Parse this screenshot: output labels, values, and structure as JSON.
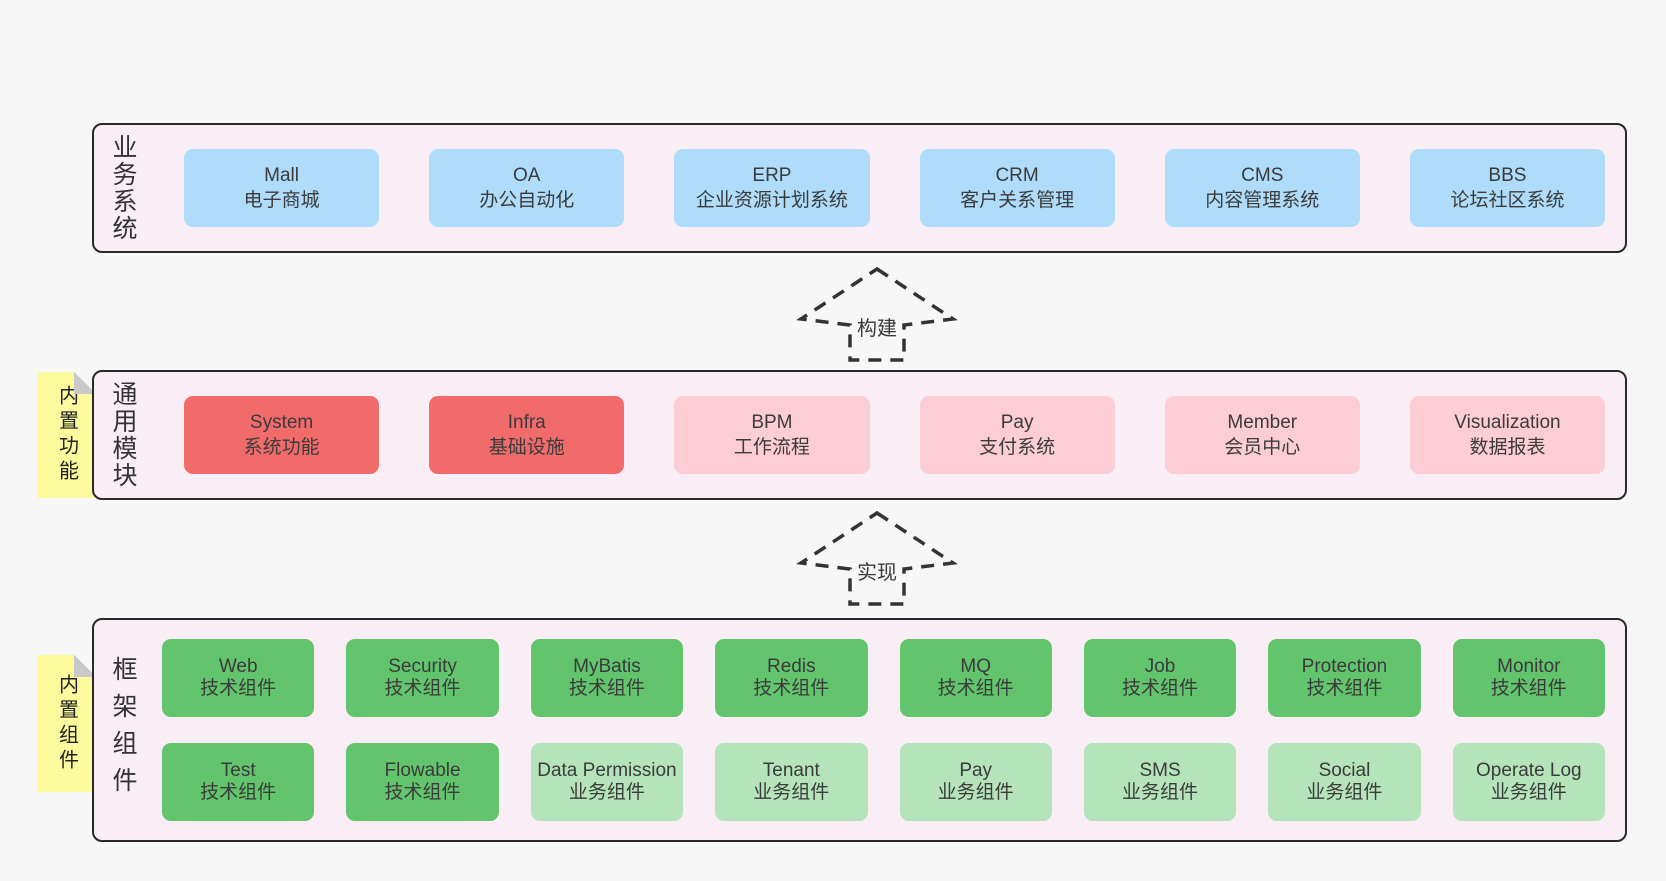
{
  "colors": {
    "page_bg": "#f7f7f7",
    "band_bg": "#f9eef6",
    "band_border": "#2a2a2a",
    "blue": "#aedcfa",
    "red": "#f16b6b",
    "pink": "#fccdd5",
    "green_dark": "#62c46c",
    "green_light": "#b5e4bb",
    "note_yellow": "#fbfb9d",
    "note_fold_gray": "#c9c9c9",
    "text": "#3b3b3b"
  },
  "layers": {
    "business": {
      "label": "业务系统",
      "boxes": [
        {
          "title": "Mall",
          "subtitle": "电子商城"
        },
        {
          "title": "OA",
          "subtitle": "办公自动化"
        },
        {
          "title": "ERP",
          "subtitle": "企业资源计划系统"
        },
        {
          "title": "CRM",
          "subtitle": "客户关系管理"
        },
        {
          "title": "CMS",
          "subtitle": "内容管理系统"
        },
        {
          "title": "BBS",
          "subtitle": "论坛社区系统"
        }
      ]
    },
    "modules": {
      "label": "通用模块",
      "note": "内置功能",
      "boxes": [
        {
          "title": "System",
          "subtitle": "系统功能"
        },
        {
          "title": "Infra",
          "subtitle": "基础设施"
        },
        {
          "title": "BPM",
          "subtitle": "工作流程"
        },
        {
          "title": "Pay",
          "subtitle": "支付系统"
        },
        {
          "title": "Member",
          "subtitle": "会员中心"
        },
        {
          "title": "Visualization",
          "subtitle": "数据报表"
        }
      ]
    },
    "components": {
      "label": "框架组件",
      "note": "内置组件",
      "row1": [
        {
          "title": "Web",
          "subtitle": "技术组件"
        },
        {
          "title": "Security",
          "subtitle": "技术组件"
        },
        {
          "title": "MyBatis",
          "subtitle": "技术组件"
        },
        {
          "title": "Redis",
          "subtitle": "技术组件"
        },
        {
          "title": "MQ",
          "subtitle": "技术组件"
        },
        {
          "title": "Job",
          "subtitle": "技术组件"
        },
        {
          "title": "Protection",
          "subtitle": "技术组件"
        },
        {
          "title": "Monitor",
          "subtitle": "技术组件"
        }
      ],
      "row2": [
        {
          "title": "Test",
          "subtitle": "技术组件"
        },
        {
          "title": "Flowable",
          "subtitle": "技术组件"
        },
        {
          "title": "Data Permission",
          "subtitle": "业务组件"
        },
        {
          "title": "Tenant",
          "subtitle": "业务组件"
        },
        {
          "title": "Pay",
          "subtitle": "业务组件"
        },
        {
          "title": "SMS",
          "subtitle": "业务组件"
        },
        {
          "title": "Social",
          "subtitle": "业务组件"
        },
        {
          "title": "Operate Log",
          "subtitle": "业务组件"
        }
      ]
    }
  },
  "arrows": {
    "build": {
      "label": "构建"
    },
    "implement": {
      "label": "实现"
    }
  }
}
